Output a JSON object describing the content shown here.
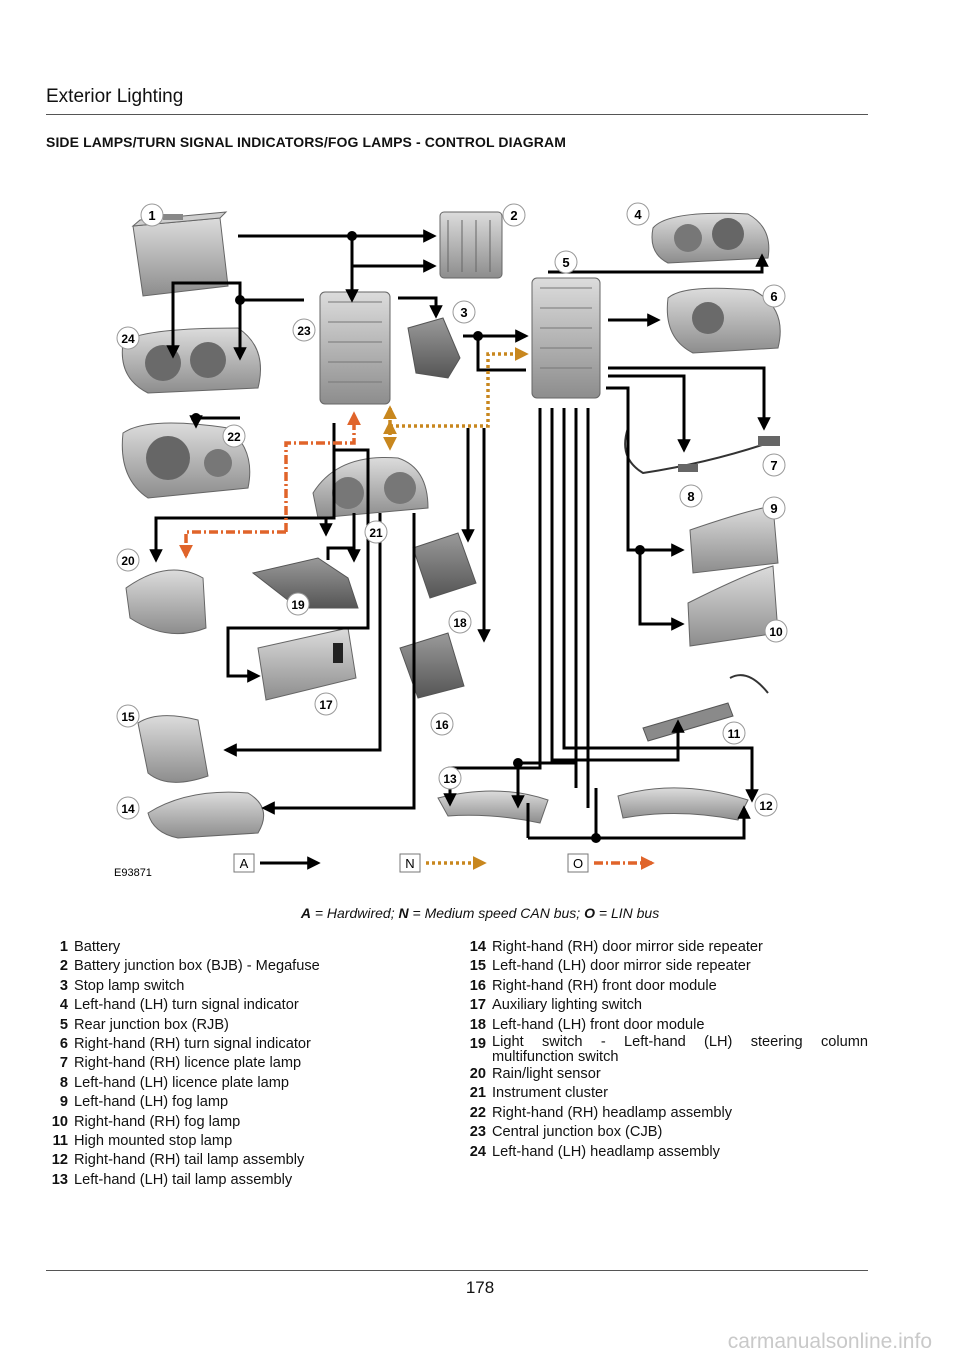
{
  "header": {
    "title": "Exterior Lighting"
  },
  "section": {
    "title": "SIDE LAMPS/TURN SIGNAL INDICATORS/FOG LAMPS - CONTROL DIAGRAM"
  },
  "diagram": {
    "figure_id": "E93871",
    "callouts": [
      "1",
      "2",
      "3",
      "4",
      "5",
      "6",
      "7",
      "8",
      "9",
      "10",
      "11",
      "12",
      "13",
      "14",
      "15",
      "16",
      "17",
      "18",
      "19",
      "20",
      "21",
      "22",
      "23",
      "24"
    ],
    "key_boxes": [
      "A",
      "N",
      "O"
    ],
    "colors": {
      "hardwired": "#000000",
      "can_bus": "#c8871e",
      "lin_bus": "#e0642a",
      "component": "#9a9a9a"
    }
  },
  "legend": {
    "a_letter": "A",
    "a_text": " = Hardwired; ",
    "n_letter": "N",
    "n_text": " = Medium speed CAN bus; ",
    "o_letter": "O",
    "o_text": " = LIN bus"
  },
  "parts_left": [
    {
      "num": "1",
      "text": "Battery"
    },
    {
      "num": "2",
      "text": "Battery junction box (BJB) - Megafuse"
    },
    {
      "num": "3",
      "text": "Stop lamp switch"
    },
    {
      "num": "4",
      "text": "Left-hand (LH) turn signal indicator"
    },
    {
      "num": "5",
      "text": "Rear junction box (RJB)"
    },
    {
      "num": "6",
      "text": "Right-hand (RH) turn signal indicator"
    },
    {
      "num": "7",
      "text": "Right-hand (RH) licence plate lamp"
    },
    {
      "num": "8",
      "text": "Left-hand (LH) licence plate lamp"
    },
    {
      "num": "9",
      "text": "Left-hand (LH) fog lamp"
    },
    {
      "num": "10",
      "text": "Right-hand (RH) fog lamp"
    },
    {
      "num": "11",
      "text": "High mounted stop lamp"
    },
    {
      "num": "12",
      "text": "Right-hand (RH) tail lamp assembly"
    },
    {
      "num": "13",
      "text": "Left-hand (LH) tail lamp assembly"
    }
  ],
  "parts_right": [
    {
      "num": "14",
      "text": "Right-hand (RH) door mirror side repeater"
    },
    {
      "num": "15",
      "text": "Left-hand (LH) door mirror side repeater"
    },
    {
      "num": "16",
      "text": "Right-hand (RH) front door module"
    },
    {
      "num": "17",
      "text": "Auxiliary lighting switch"
    },
    {
      "num": "18",
      "text": "Left-hand (LH) front door module"
    },
    {
      "num": "19",
      "text": "Light switch - Left-hand (LH) steering column multifunction switch"
    },
    {
      "num": "20",
      "text": "Rain/light sensor"
    },
    {
      "num": "21",
      "text": "Instrument cluster"
    },
    {
      "num": "22",
      "text": "Right-hand (RH) headlamp assembly"
    },
    {
      "num": "23",
      "text": "Central junction box (CJB)"
    },
    {
      "num": "24",
      "text": "Left-hand (LH) headlamp assembly"
    }
  ],
  "footer": {
    "page_number": "178"
  },
  "watermark": {
    "text": "carmanualsonline.info"
  }
}
